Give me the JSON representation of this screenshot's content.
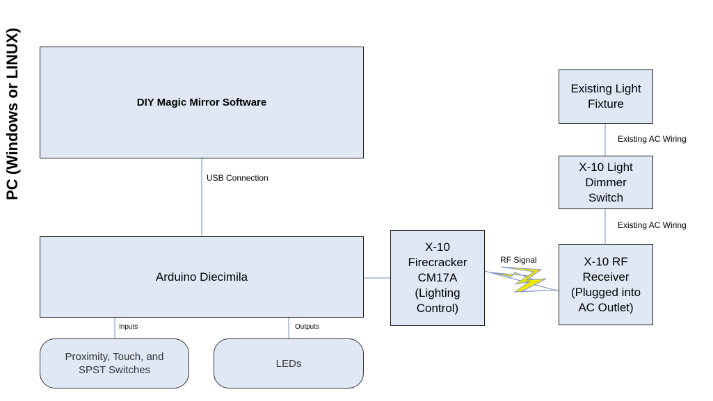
{
  "side_label": "PC (Windows or LINUX)",
  "nodes": {
    "software": "DIY Magic Mirror Software",
    "arduino": "Arduino Diecimila",
    "inputs_device": "Proximity, Touch, and\nSPST Switches",
    "leds": "LEDs",
    "firecracker": "X-10\nFirecracker\nCM17A\n(Lighting\nControl)",
    "rf_receiver": "X-10 RF\nReceiver\n(Plugged into\nAC Outlet)",
    "dimmer": "X-10 Light\nDimmer\nSwitch",
    "fixture": "Existing Light\nFixture"
  },
  "edges": {
    "usb": "USB Connection",
    "inputs": "Inputs",
    "outputs": "Outputs",
    "rf": "RF Signal",
    "ac_top": "Existing AC Wiring",
    "ac_bottom": "Existing AC Wiring"
  },
  "colors": {
    "box_fill": "#dfe8f4",
    "connector": "#6d8fc2",
    "lightning_fill": "#f2e800",
    "lightning_stroke": "#7c8fd0"
  },
  "icons": [
    "lightning-bolt-icon"
  ]
}
